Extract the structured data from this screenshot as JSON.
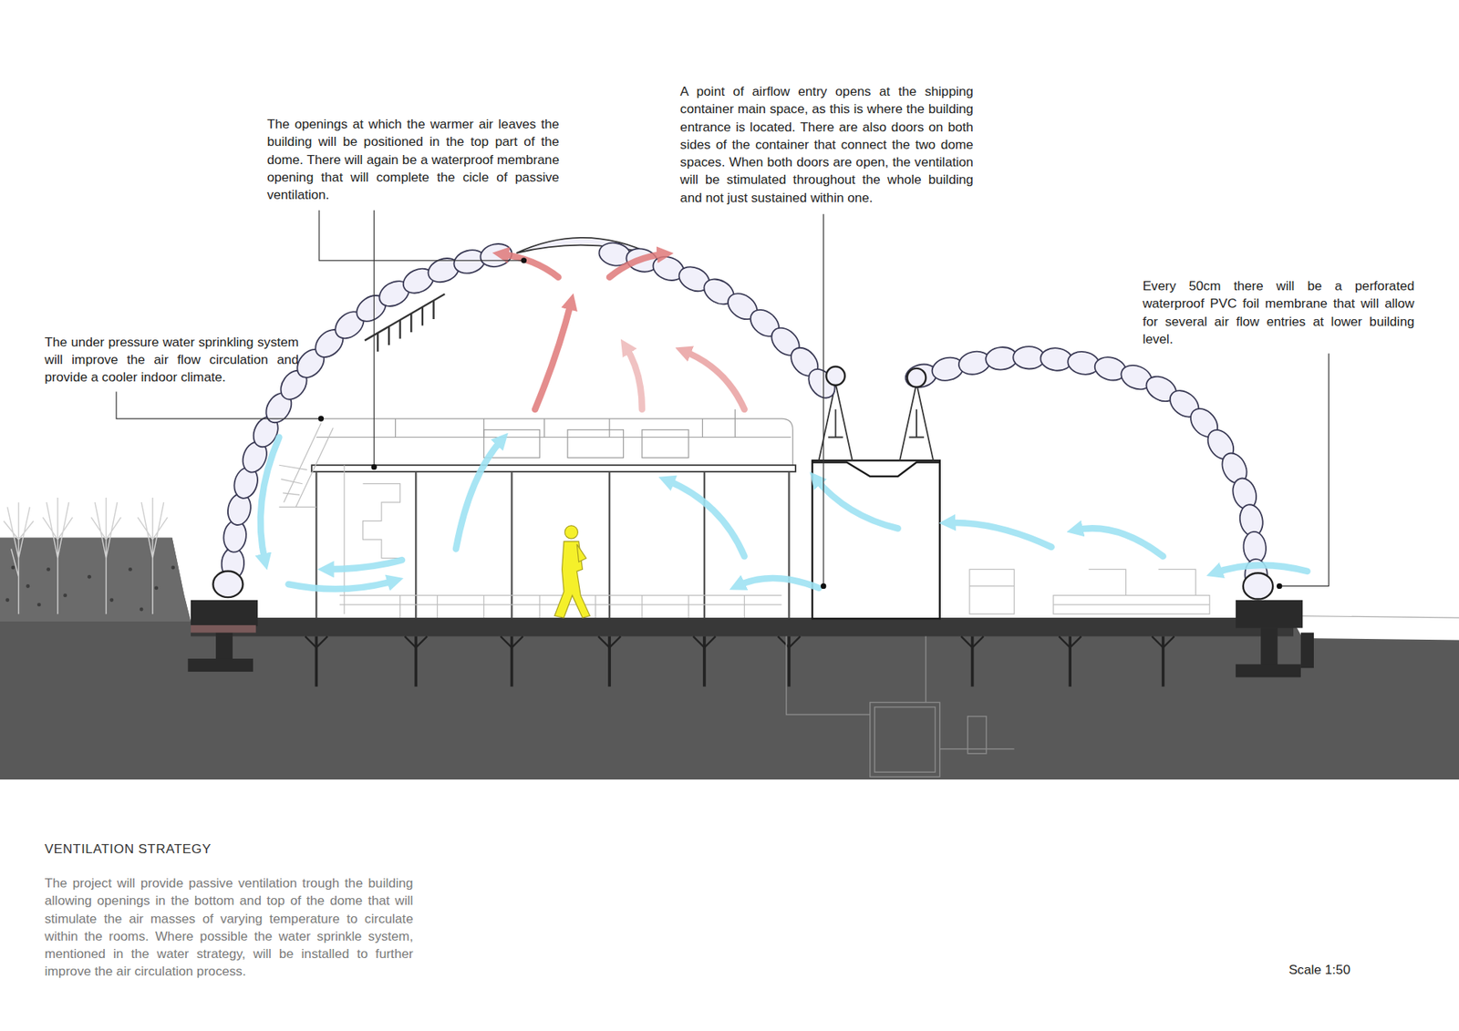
{
  "diagram": {
    "title": "VENTILATION STRATEGY",
    "caption": "The project will provide passive ventilation trough the building allowing openings in the bottom and top of the dome that will stimulate the air masses of varying temperature to circulate within the rooms. Where possible the water sprinkle system, mentioned in the water strategy, will be installed to further improve the air circulation process.",
    "labels": [
      "The openings at which the warmer air leaves the building will be positioned in the top part of the dome. There will again be a waterproof membrane opening that will complete the cicle of passive ventilation.",
      "A point of airflow entry opens at the shipping container main space, as this is where the building entrance is located. There are also doors on both sides of the container that connect the two dome spaces. When both doors are open, the ventilation will be stimulated throughout the whole building and not just sustained within one.",
      "The under pressure water sprinkling system will improve the air flow circulation and provide a cooler indoor climate.",
      "Every 50cm there will be a perforated waterproof PVC foil membrane that will allow for several air flow entries at lower building level.",
      "Scale 1:50"
    ]
  }
}
